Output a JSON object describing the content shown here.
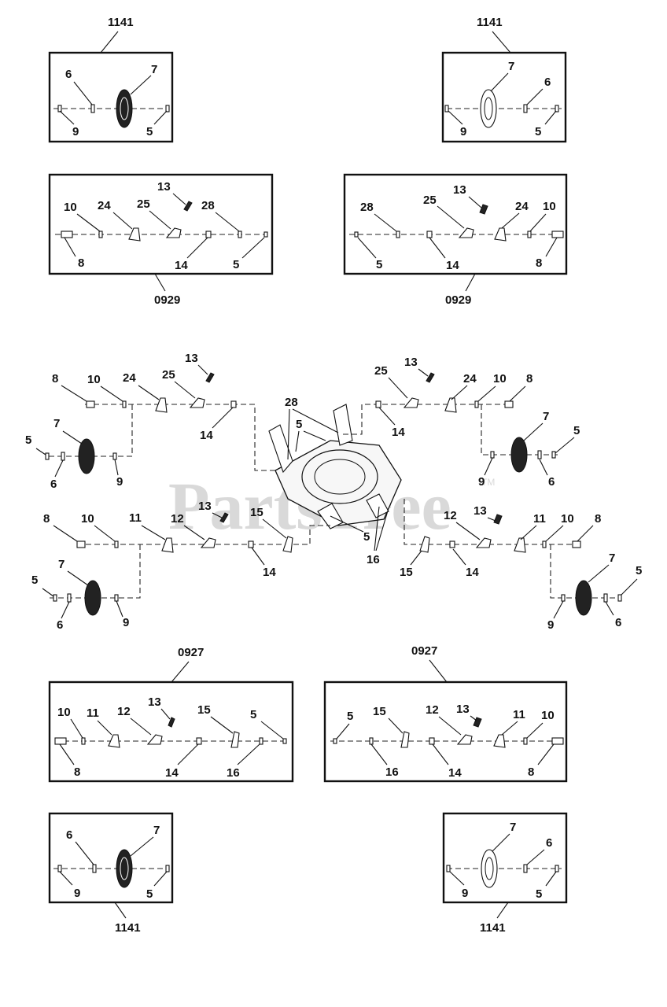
{
  "watermark": "PartsTree",
  "trademark": "TM",
  "assembly_codes": {
    "top_left": "1141",
    "top_right": "1141",
    "axle_left": "0929",
    "axle_right": "0929",
    "lower_axle_left": "0927",
    "lower_axle_right": "0927",
    "bottom_left": "1141",
    "bottom_right": "1141"
  },
  "callouts": {
    "n5": "5",
    "n6": "6",
    "n7": "7",
    "n8": "8",
    "n9": "9",
    "n10": "10",
    "n11": "11",
    "n12": "12",
    "n13": "13",
    "n14": "14",
    "n15": "15",
    "n16": "16",
    "n24": "24",
    "n25": "25",
    "n28": "28"
  }
}
